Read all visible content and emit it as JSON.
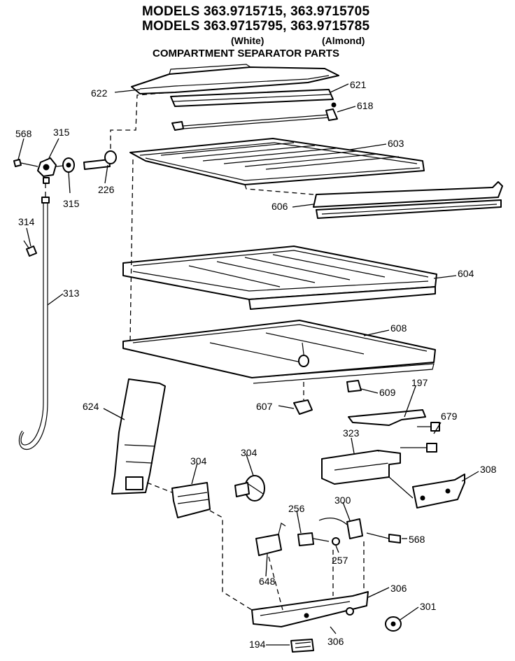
{
  "header": {
    "models_line1": "MODELS 363.9715715, 363.9715705",
    "models_line2": "MODELS 363.9715795, 363.9715785",
    "color_left": "(White)",
    "color_right": "(Almond)",
    "subtitle": "COMPARTMENT SEPARATOR PARTS"
  },
  "callouts": {
    "p622": "622",
    "p621": "621",
    "p618": "618",
    "p568a": "568",
    "p315a": "315",
    "p315b": "315",
    "p226": "226",
    "p603": "603",
    "p606": "606",
    "p314": "314",
    "p313": "313",
    "p604": "604",
    "p608": "608",
    "p609": "609",
    "p197": "197",
    "p607": "607",
    "p624": "624",
    "p679": "679",
    "p323": "323",
    "p304a": "304",
    "p304b": "304",
    "p308": "308",
    "p256": "256",
    "p300": "300",
    "p568b": "568",
    "p257": "257",
    "p648": "648",
    "p306a": "306",
    "p301": "301",
    "p306b": "306",
    "p194": "194"
  },
  "colors": {
    "ink": "#000000",
    "paper": "#ffffff"
  }
}
